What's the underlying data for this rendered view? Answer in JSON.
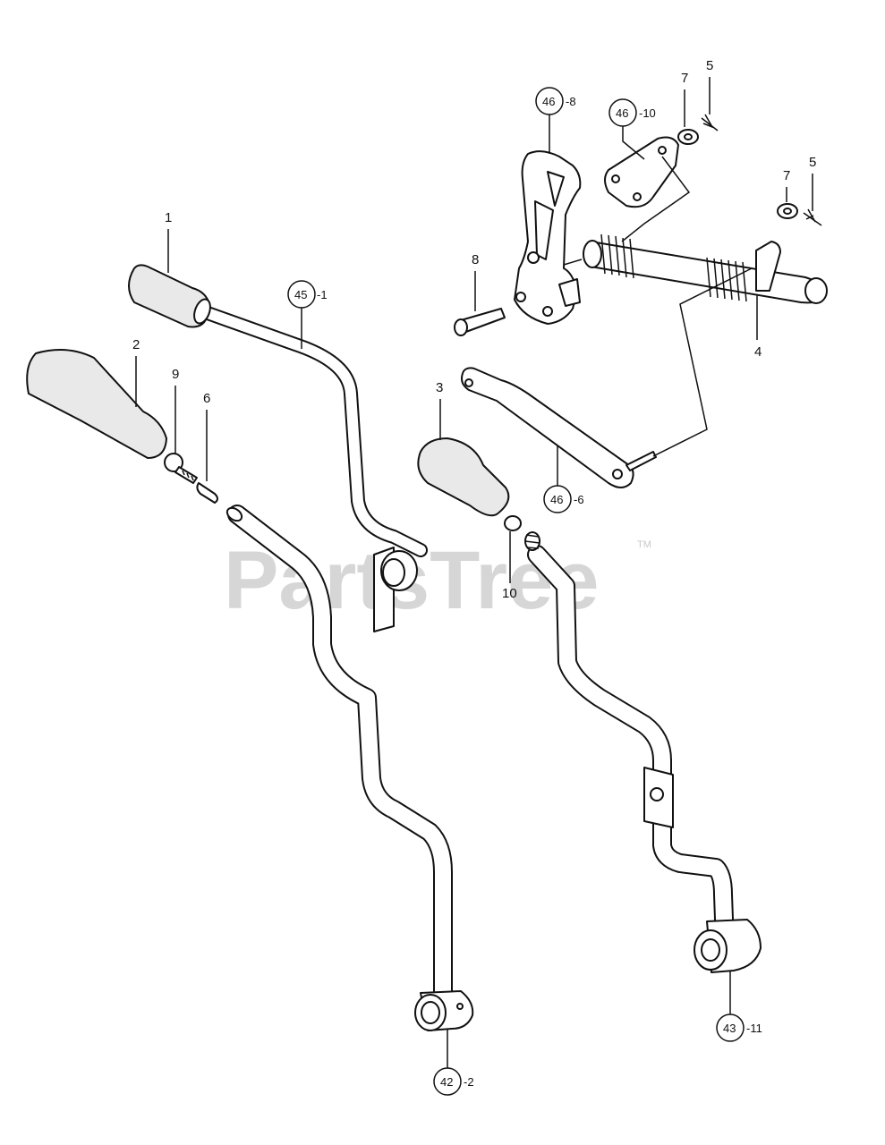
{
  "watermark": {
    "text": "PartsTree",
    "trademark": "TM"
  },
  "callouts": [
    {
      "id": "c1",
      "ref": "1",
      "suffix": ""
    },
    {
      "id": "c2",
      "ref": "2",
      "suffix": ""
    },
    {
      "id": "c3",
      "ref": "3",
      "suffix": ""
    },
    {
      "id": "c4",
      "ref": "4",
      "suffix": ""
    },
    {
      "id": "c5a",
      "ref": "5",
      "suffix": ""
    },
    {
      "id": "c5b",
      "ref": "5",
      "suffix": ""
    },
    {
      "id": "c6",
      "ref": "6",
      "suffix": ""
    },
    {
      "id": "c7a",
      "ref": "7",
      "suffix": ""
    },
    {
      "id": "c7b",
      "ref": "7",
      "suffix": ""
    },
    {
      "id": "c8",
      "ref": "8",
      "suffix": ""
    },
    {
      "id": "c9",
      "ref": "9",
      "suffix": ""
    },
    {
      "id": "c10",
      "ref": "10",
      "suffix": ""
    },
    {
      "id": "c45",
      "ref": "45",
      "suffix": "-1"
    },
    {
      "id": "c46a",
      "ref": "46",
      "suffix": "-8"
    },
    {
      "id": "c46b",
      "ref": "46",
      "suffix": "-10"
    },
    {
      "id": "c46c",
      "ref": "46",
      "suffix": "-6"
    },
    {
      "id": "c42",
      "ref": "42",
      "suffix": "-2"
    },
    {
      "id": "c43",
      "ref": "43",
      "suffix": "-11"
    }
  ]
}
